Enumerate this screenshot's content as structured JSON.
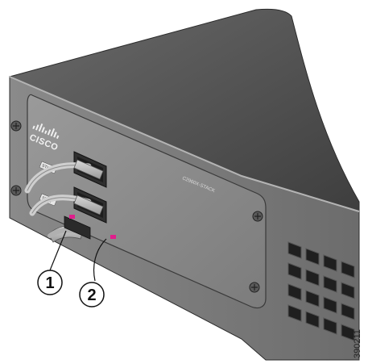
{
  "logo": {
    "text": "CISCO"
  },
  "module": {
    "label": "C2960X-STACK"
  },
  "ports": {
    "tag_1": "STK1",
    "tag_2": "STK2"
  },
  "callouts": {
    "one": "1",
    "two": "2"
  },
  "figure_id": "390211",
  "colors": {
    "chassis_dark": "#4a4a4a",
    "chassis_mid": "#7a7a7a",
    "chassis_top": "#5c5c5c",
    "module_plate": "#8e8e8e",
    "led_magenta": "#e01e8c"
  }
}
